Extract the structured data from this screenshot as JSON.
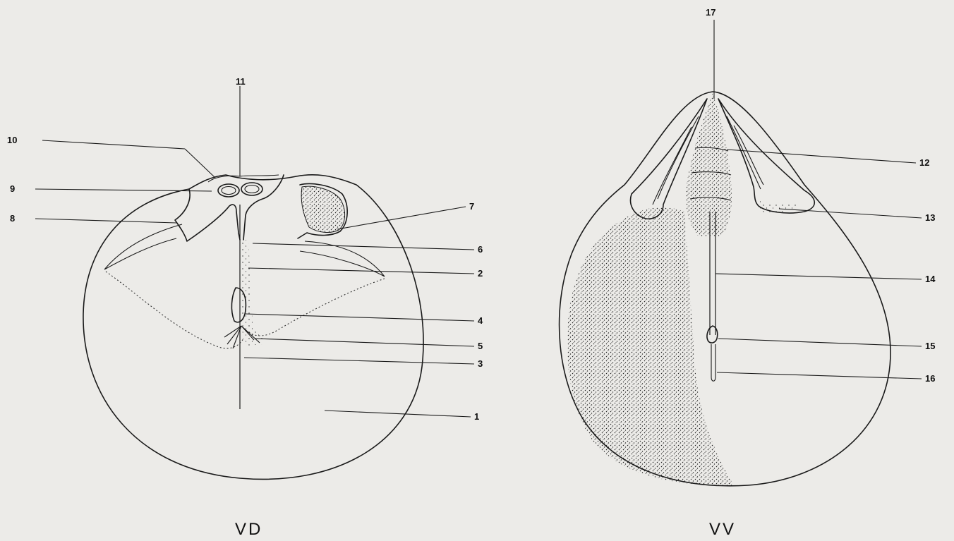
{
  "figure": {
    "left_view": {
      "caption": "VD",
      "labels": [
        "11",
        "10",
        "9",
        "8",
        "7",
        "6",
        "2",
        "4",
        "5",
        "3",
        "1"
      ]
    },
    "right_view": {
      "caption": "VV",
      "labels": [
        "17",
        "12",
        "13",
        "14",
        "15",
        "16"
      ]
    }
  },
  "colors": {
    "background": "#ecebe8",
    "ink": "#1a1a1a",
    "stipple": "#2a2a2a"
  }
}
